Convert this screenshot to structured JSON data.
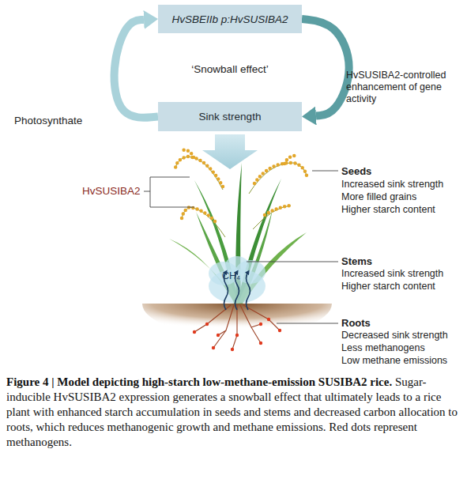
{
  "diagram": {
    "caption": "Figure 4 | Model depicting high-starch low-methane-emission SUSIBA2 rice. Sugar-inducible HvSUSIBA2 expression generates a snowball effect that ultimately leads to a rice plant with enhanced starch accumulation in seeds and stems and decreased carbon allocation to roots, which reduces methanogenic growth and methane emissions. Red dots represent methanogens.",
    "nodes": [
      {
        "text": [
          "HvSBEIIb p:HvSUSIBA2"
        ]
      },
      {
        "text": [
          "Sink strength"
        ]
      }
    ],
    "edges": [
      {
        "from": 0,
        "to": 1,
        "arrow": "to",
        "label": "HvSUSIBA2-controlled enhancement of gene activity"
      },
      {
        "from": 1,
        "to": 0,
        "arrow": "to"
      }
    ],
    "labels": [
      "‘Snowball effect’",
      "Photosynthate",
      "HvSUSIBA2",
      "CH₄",
      "Seeds",
      "Increased sink strength",
      "More filled grains",
      "Higher starch content",
      "Stems",
      "Increased sink strength",
      "Higher starch content",
      "Roots",
      "Decreased sink strength",
      "Less methanogens",
      "Low methane emissions"
    ]
  }
}
